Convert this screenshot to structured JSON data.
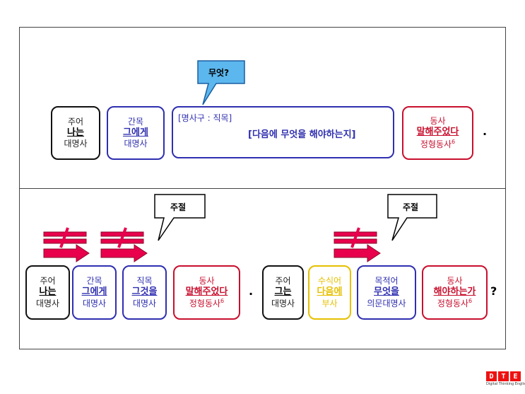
{
  "top": {
    "bubble": "무엇?",
    "subject": {
      "role": "주어",
      "word": "나는",
      "pos": "대명사"
    },
    "indirect_object": {
      "role": "간목",
      "word": "그에게",
      "pos": "대명사"
    },
    "noun_phrase": {
      "label": "[명사구 : 직목]",
      "phrase": "[다음에 무엇을 해야하는지]"
    },
    "verb": {
      "role": "동사",
      "word": "말해주었다",
      "pos": "정형동사",
      "sup": "6"
    },
    "period": "."
  },
  "bottom": {
    "bubble_left": "주절",
    "bubble_right": "주절",
    "clause1": {
      "subject": {
        "role": "주어",
        "word": "나는",
        "pos": "대명사"
      },
      "indirect_object": {
        "role": "간목",
        "word": "그에게",
        "pos": "대명사"
      },
      "direct_object": {
        "role": "직목",
        "word": "그것을",
        "pos": "대명사"
      },
      "verb": {
        "role": "동사",
        "word": "말해주었다",
        "pos": "정형동사",
        "sup": "6"
      },
      "period": "."
    },
    "clause2": {
      "subject": {
        "role": "주어",
        "word": "그는",
        "pos": "대명사"
      },
      "modifier": {
        "role": "수식어",
        "word": "다음에",
        "pos": "부사"
      },
      "object": {
        "role": "목적어",
        "word": "무엇을",
        "pos": "의문대명사"
      },
      "verb": {
        "role": "동사",
        "word": "해야하는가",
        "pos": "정형동사",
        "sup": "6"
      },
      "qmark": "?"
    }
  },
  "logo": {
    "mark": [
      "D",
      "T",
      "E"
    ],
    "text": "Digital Thinking English"
  },
  "colors": {
    "red": "#c8102e",
    "blue": "#2f2fb0",
    "yellow": "#e6c000",
    "arrow": "#e8004c"
  }
}
